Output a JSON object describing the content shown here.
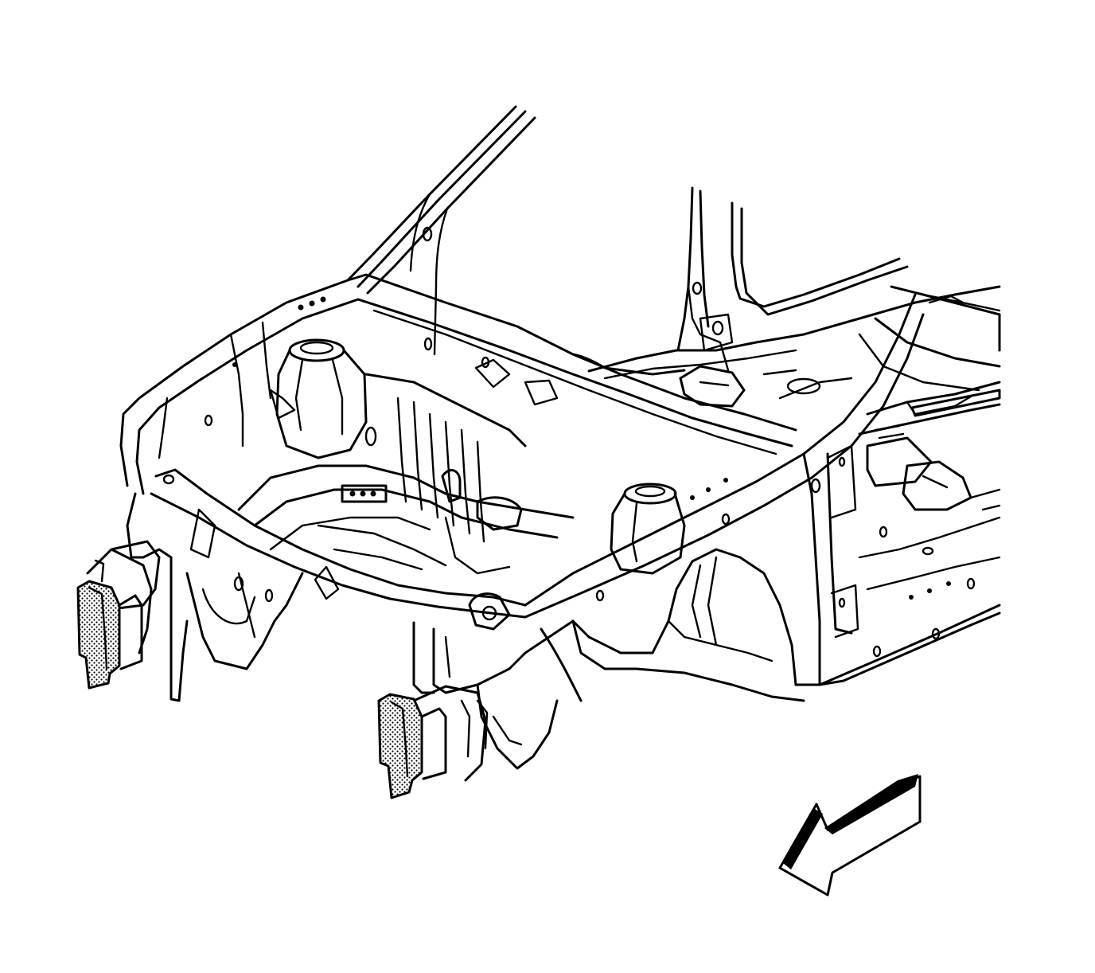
{
  "diagram": {
    "subject": "front-body-structure-isometric",
    "line_color": "#000000",
    "background_color": "#ffffff",
    "highlight_pattern": "stipple",
    "highlighted_parts": [
      "left-frame-rail-tip",
      "right-frame-rail-tip"
    ],
    "orientation_arrow": {
      "icon": "front-direction-arrow-icon",
      "direction": "down-left"
    }
  }
}
